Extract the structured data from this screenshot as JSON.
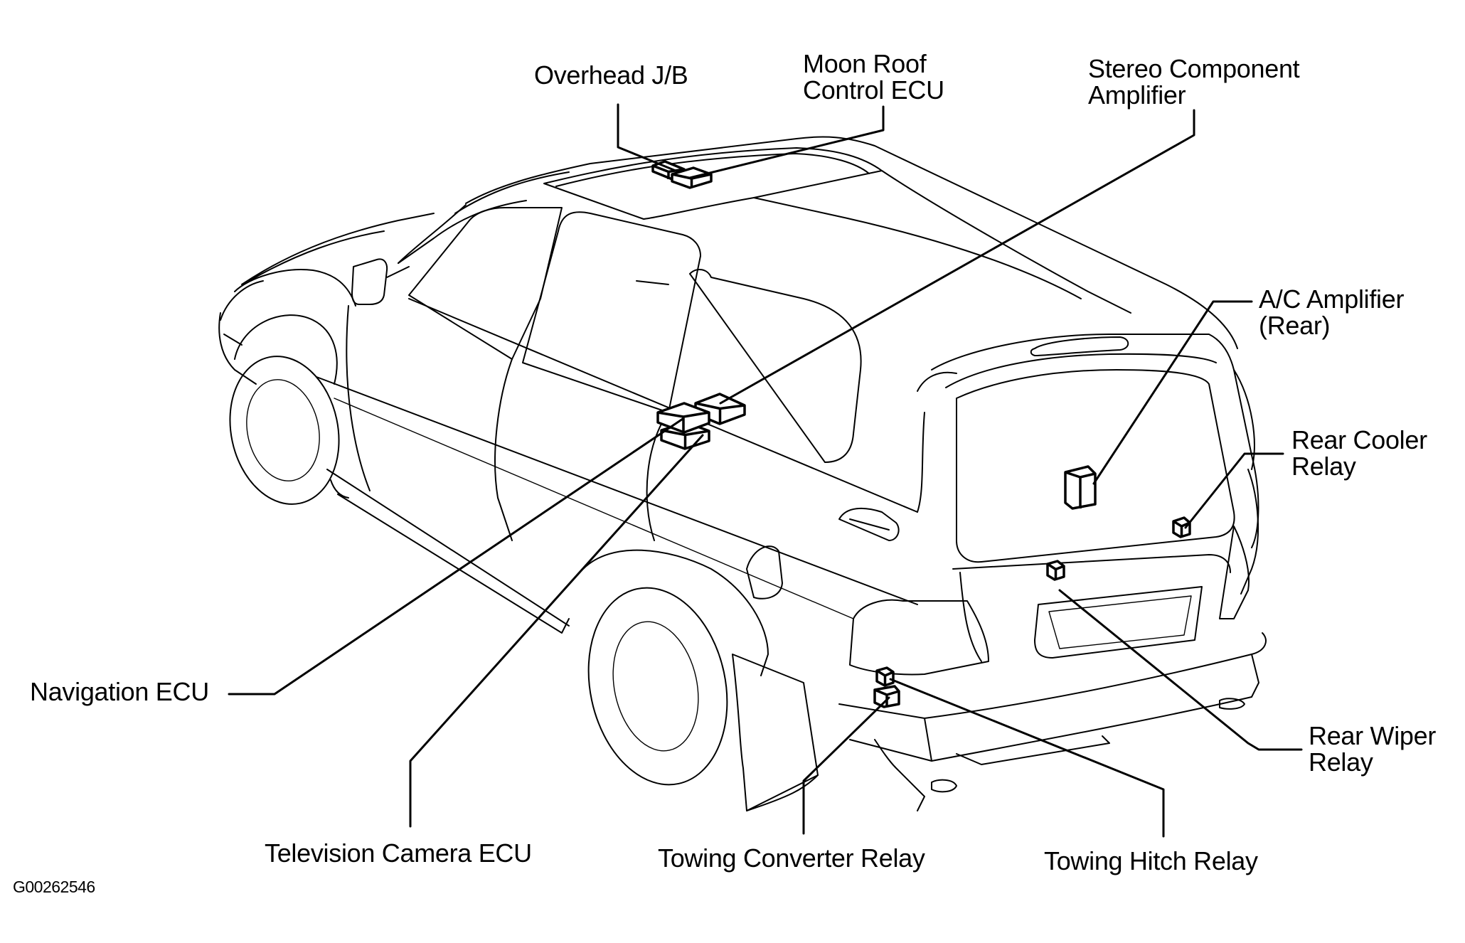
{
  "diagram": {
    "subject": "Vehicle electrical component locations (rear/side view of SUV)",
    "figure_id": "G00262546",
    "components": [
      {
        "id": "overhead-jb",
        "label": "Overhead J/B"
      },
      {
        "id": "moon-roof-control-ecu",
        "label": "Moon Roof\nControl ECU"
      },
      {
        "id": "stereo-component-amplifier",
        "label": "Stereo Component\nAmplifier"
      },
      {
        "id": "ac-amplifier-rear",
        "label": "A/C Amplifier\n(Rear)"
      },
      {
        "id": "rear-cooler-relay",
        "label": "Rear Cooler\nRelay"
      },
      {
        "id": "rear-wiper-relay",
        "label": "Rear Wiper\nRelay"
      },
      {
        "id": "towing-hitch-relay",
        "label": "Towing Hitch Relay"
      },
      {
        "id": "towing-converter-relay",
        "label": "Towing Converter Relay"
      },
      {
        "id": "television-camera-ecu",
        "label": "Television Camera ECU"
      },
      {
        "id": "navigation-ecu",
        "label": "Navigation ECU"
      }
    ]
  }
}
